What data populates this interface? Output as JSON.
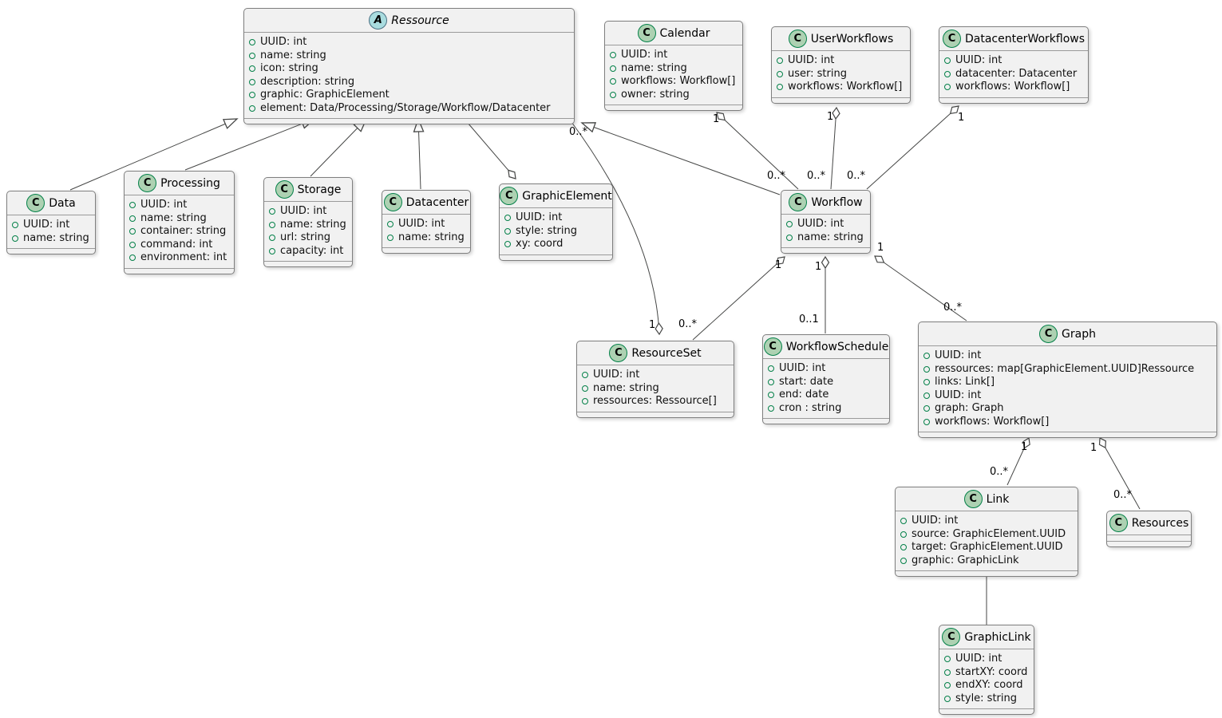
{
  "diagram": {
    "type": "uml-class-diagram",
    "colors": {
      "class_fill": "#F1F1F1",
      "class_border": "#7F7F7F",
      "class_icon_fill": "#ADD1B2",
      "class_icon_border": "#038048",
      "abstract_icon_fill": "#A9DCDF",
      "edge_line": "#454645",
      "background": "#FFFFFF"
    },
    "classes": [
      {
        "id": "ressource",
        "name": "Ressource",
        "kind": "abstract",
        "icon_letter": "A",
        "attributes": [
          "UUID: int",
          "name: string",
          "icon: string",
          "description: string",
          "graphic: GraphicElement",
          "element: Data/Processing/Storage/Workflow/Datacenter"
        ]
      },
      {
        "id": "calendar",
        "name": "Calendar",
        "kind": "class",
        "icon_letter": "C",
        "attributes": [
          "UUID: int",
          "name: string",
          "workflows: Workflow[]",
          "owner: string"
        ]
      },
      {
        "id": "userworkflows",
        "name": "UserWorkflows",
        "kind": "class",
        "icon_letter": "C",
        "attributes": [
          "UUID: int",
          "user: string",
          "workflows: Workflow[]"
        ]
      },
      {
        "id": "datacenterworkflows",
        "name": "DatacenterWorkflows",
        "kind": "class",
        "icon_letter": "C",
        "attributes": [
          "UUID: int",
          "datacenter: Datacenter",
          "workflows: Workflow[]"
        ]
      },
      {
        "id": "data",
        "name": "Data",
        "kind": "class",
        "icon_letter": "C",
        "attributes": [
          "UUID: int",
          "name: string"
        ]
      },
      {
        "id": "processing",
        "name": "Processing",
        "kind": "class",
        "icon_letter": "C",
        "attributes": [
          "UUID: int",
          "name: string",
          "container: string",
          "command: int",
          "environment: int"
        ]
      },
      {
        "id": "storage",
        "name": "Storage",
        "kind": "class",
        "icon_letter": "C",
        "attributes": [
          "UUID: int",
          "name: string",
          "url: string",
          "capacity: int"
        ]
      },
      {
        "id": "datacenter",
        "name": "Datacenter",
        "kind": "class",
        "icon_letter": "C",
        "attributes": [
          "UUID: int",
          "name: string"
        ]
      },
      {
        "id": "graphicelement",
        "name": "GraphicElement",
        "kind": "class",
        "icon_letter": "C",
        "attributes": [
          "UUID: int",
          "style: string",
          "xy: coord"
        ]
      },
      {
        "id": "workflow",
        "name": "Workflow",
        "kind": "class",
        "icon_letter": "C",
        "attributes": [
          "UUID: int",
          "name: string"
        ]
      },
      {
        "id": "resourceset",
        "name": "ResourceSet",
        "kind": "class",
        "icon_letter": "C",
        "attributes": [
          "UUID: int",
          "name: string",
          "ressources: Ressource[]"
        ]
      },
      {
        "id": "workflowschedule",
        "name": "WorkflowSchedule",
        "kind": "class",
        "icon_letter": "C",
        "attributes": [
          "UUID: int",
          "start: date",
          "end: date",
          "cron : string"
        ]
      },
      {
        "id": "graph",
        "name": "Graph",
        "kind": "class",
        "icon_letter": "C",
        "attributes": [
          "UUID: int",
          "ressources: map[GraphicElement.UUID]Ressource",
          "links: Link[]",
          "UUID: int",
          "graph: Graph",
          "workflows: Workflow[]"
        ]
      },
      {
        "id": "link",
        "name": "Link",
        "kind": "class",
        "icon_letter": "C",
        "attributes": [
          "UUID: int",
          "source: GraphicElement.UUID",
          "target: GraphicElement.UUID",
          "graphic: GraphicLink"
        ]
      },
      {
        "id": "resources",
        "name": "Resources",
        "kind": "class",
        "icon_letter": "C",
        "attributes": []
      },
      {
        "id": "graphiclink",
        "name": "GraphicLink",
        "kind": "class",
        "icon_letter": "C",
        "attributes": [
          "UUID: int",
          "startXY: coord",
          "endXY: coord",
          "style: string"
        ]
      }
    ],
    "edges": [
      {
        "from": "Data",
        "to": "Ressource",
        "type": "extends"
      },
      {
        "from": "Processing",
        "to": "Ressource",
        "type": "extends"
      },
      {
        "from": "Storage",
        "to": "Ressource",
        "type": "extends"
      },
      {
        "from": "Datacenter",
        "to": "Ressource",
        "type": "extends"
      },
      {
        "from": "Workflow",
        "to": "Ressource",
        "type": "extends"
      },
      {
        "from": "Ressource",
        "to": "GraphicElement",
        "type": "aggregation",
        "diamond_at": "GraphicElement"
      },
      {
        "from": "Calendar",
        "to": "Workflow",
        "type": "aggregation",
        "diamond_at": "Calendar",
        "from_label": "1",
        "to_label": "0..*"
      },
      {
        "from": "UserWorkflows",
        "to": "Workflow",
        "type": "aggregation",
        "diamond_at": "UserWorkflows",
        "from_label": "1",
        "to_label": "0..*"
      },
      {
        "from": "DatacenterWorkflows",
        "to": "Workflow",
        "type": "aggregation",
        "diamond_at": "DatacenterWorkflows",
        "from_label": "1",
        "to_label": "0..*"
      },
      {
        "from": "ResourceSet",
        "to": "Ressource",
        "type": "aggregation",
        "diamond_at": "ResourceSet",
        "from_label": "1",
        "to_label": "0..*"
      },
      {
        "from": "Workflow",
        "to": "ResourceSet",
        "type": "aggregation",
        "diamond_at": "Workflow",
        "from_label": "1",
        "to_label": "0..*"
      },
      {
        "from": "Workflow",
        "to": "WorkflowSchedule",
        "type": "aggregation",
        "diamond_at": "Workflow",
        "from_label": "1",
        "to_label": "0..1"
      },
      {
        "from": "Workflow",
        "to": "Graph",
        "type": "aggregation",
        "diamond_at": "Workflow",
        "from_label": "1",
        "to_label": "0..*"
      },
      {
        "from": "Graph",
        "to": "Link",
        "type": "aggregation",
        "diamond_at": "Graph",
        "from_label": "1",
        "to_label": "0..*"
      },
      {
        "from": "Graph",
        "to": "Resources",
        "type": "aggregation",
        "diamond_at": "Graph",
        "from_label": "1",
        "to_label": "0..*"
      },
      {
        "from": "Link",
        "to": "GraphicLink",
        "type": "association"
      }
    ]
  }
}
